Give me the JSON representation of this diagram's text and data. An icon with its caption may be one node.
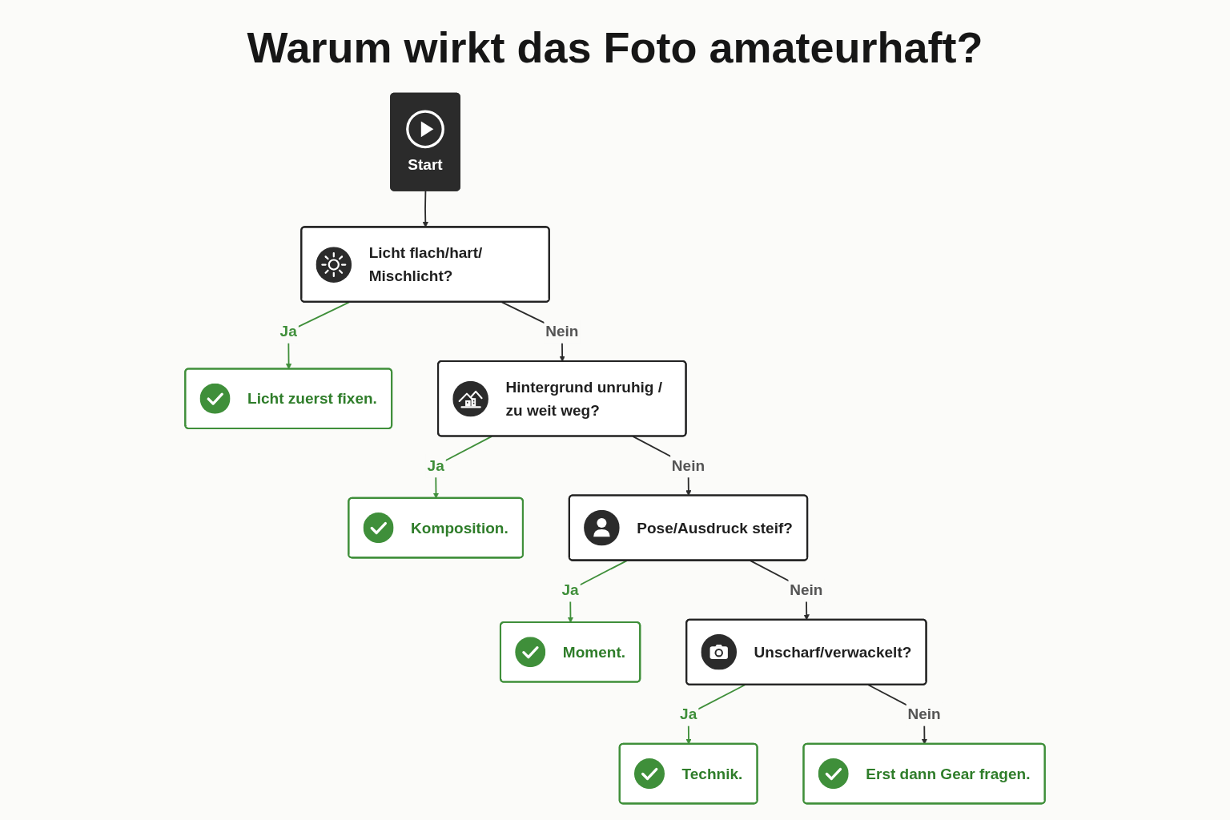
{
  "diagram": {
    "title": "Warum wirkt das Foto amateurhaft?",
    "nodes": [
      {
        "text": [
          "Start"
        ]
      },
      {
        "text": [
          "Licht flach/hart/ Mischlicht?"
        ]
      },
      {
        "text": [
          "Licht zuerst fixen."
        ]
      },
      {
        "text": [
          "Hintergrund unruhig / zu weit weg?"
        ]
      },
      {
        "text": [
          "Komposition."
        ]
      },
      {
        "text": [
          "Pose/Ausdruck steif?"
        ]
      },
      {
        "text": [
          "Moment."
        ]
      },
      {
        "text": [
          "Unscharf/verwackelt?"
        ]
      },
      {
        "text": [
          "Technik."
        ]
      },
      {
        "text": [
          "Erst dann Gear fragen."
        ]
      }
    ],
    "edges": [
      {
        "from": 0,
        "to": 1,
        "arrow": "to"
      },
      {
        "from": 1,
        "to": 2,
        "arrow": "to",
        "label": "Ja",
        "color": "#3f8f3a"
      },
      {
        "from": 1,
        "to": 3,
        "arrow": "to",
        "label": "Nein"
      },
      {
        "from": 3,
        "to": 4,
        "arrow": "to",
        "label": "Ja",
        "color": "#3f8f3a"
      },
      {
        "from": 3,
        "to": 5,
        "arrow": "to",
        "label": "Nein"
      },
      {
        "from": 5,
        "to": 6,
        "arrow": "to",
        "label": "Ja",
        "color": "#3f8f3a"
      },
      {
        "from": 5,
        "to": 7,
        "arrow": "to",
        "label": "Nein"
      },
      {
        "from": 7,
        "to": 8,
        "arrow": "to",
        "label": "Ja",
        "color": "#3f8f3a"
      },
      {
        "from": 7,
        "to": 9,
        "arrow": "to",
        "label": "Nein"
      }
    ]
  }
}
